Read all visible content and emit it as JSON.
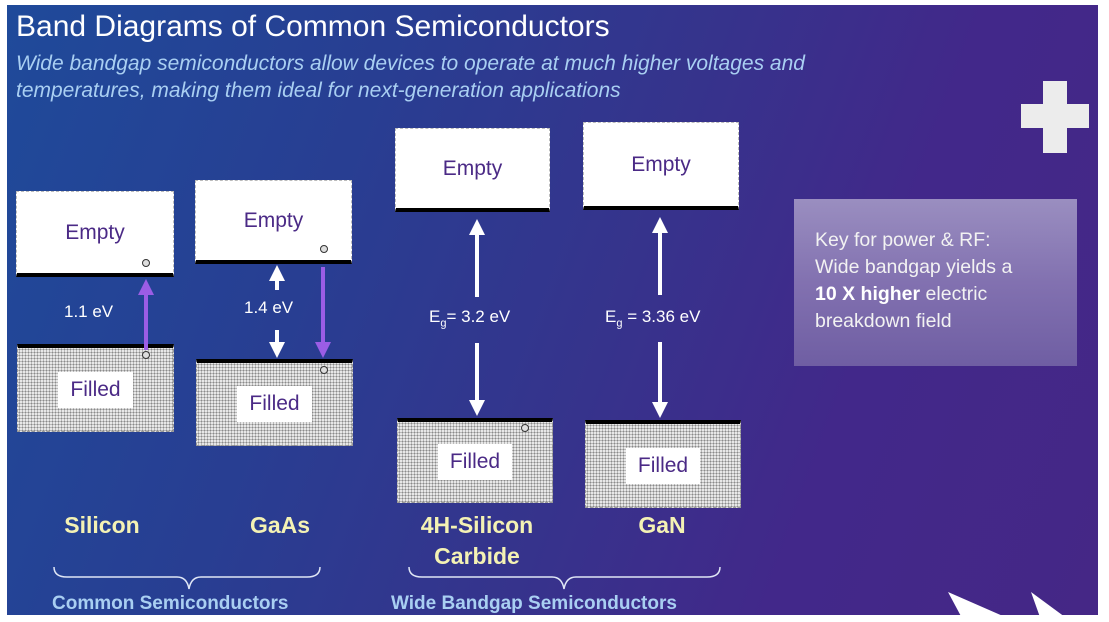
{
  "slide": {
    "title": "Band Diagrams of Common Semiconductors",
    "subtitle": "Wide bandgap semiconductors allow devices to operate at much higher voltages and temperatures, making them ideal for next-generation applications"
  },
  "diagrams": [
    {
      "material": "Silicon",
      "material_line2": "",
      "empty_label": "Empty",
      "filled_label": "Filled",
      "bandgap_label": "1.1 eV",
      "bandgap_ev": 1.1,
      "transition": "up (purple arrow, excitation)"
    },
    {
      "material": "GaAs",
      "material_line2": "",
      "empty_label": "Empty",
      "filled_label": "Filled",
      "bandgap_label": "1.4 eV",
      "bandgap_ev": 1.4,
      "transition": "down (purple arrow, recombination)"
    },
    {
      "material": "4H-Silicon",
      "material_line2": "Carbide",
      "empty_label": "Empty",
      "filled_label": "Filled",
      "bandgap_prefix": "E",
      "bandgap_sub": "g",
      "bandgap_label": "= 3.2 eV",
      "bandgap_ev": 3.2
    },
    {
      "material": "GaN",
      "material_line2": "",
      "empty_label": "Empty",
      "filled_label": "Filled",
      "bandgap_prefix": "E",
      "bandgap_sub": "g",
      "bandgap_label": " = 3.36 eV",
      "bandgap_ev": 3.36
    }
  ],
  "groups": [
    {
      "label": "Common Semiconductors"
    },
    {
      "label": "Wide Bandgap Semiconductors"
    }
  ],
  "key_box": {
    "line1": "Key for power & RF:",
    "line2": "Wide bandgap yields a",
    "bold": "10 X higher",
    "line3_rest": " electric",
    "line4": "breakdown field"
  },
  "colors": {
    "transition_arrow": "#9b5de5",
    "material_label": "#f4f2b4",
    "group_label": "#a9cff2",
    "box_text": "#4b2a86"
  }
}
